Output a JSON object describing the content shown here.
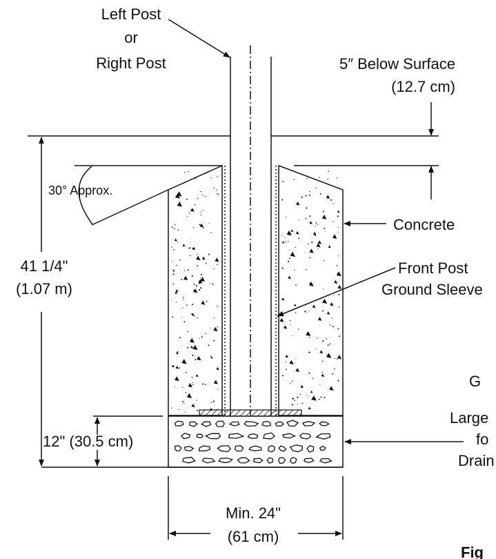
{
  "labels": {
    "post_line1": "Left Post",
    "post_line2": "or",
    "post_line3": "Right Post",
    "below_surface_line1": "5″ Below Surface",
    "below_surface_line2": "(12.7 cm)",
    "angle": "30° Approx.",
    "concrete": "Concrete",
    "sleeve_line1": "Front Post",
    "sleeve_line2": "Ground Sleeve",
    "height_line1": "41 1/4\"",
    "height_line2": "(1.07 m)",
    "gravel_depth": "12\" (30.5 cm)",
    "width_line1": "Min. 24\"",
    "width_line2": "(61 cm)",
    "cut_g": "G",
    "cut_large": "Large",
    "cut_fo": "fo",
    "cut_drain": "Drain",
    "cut_fig": "Fig"
  },
  "colors": {
    "line": "#111111",
    "background": "#ffffff"
  }
}
